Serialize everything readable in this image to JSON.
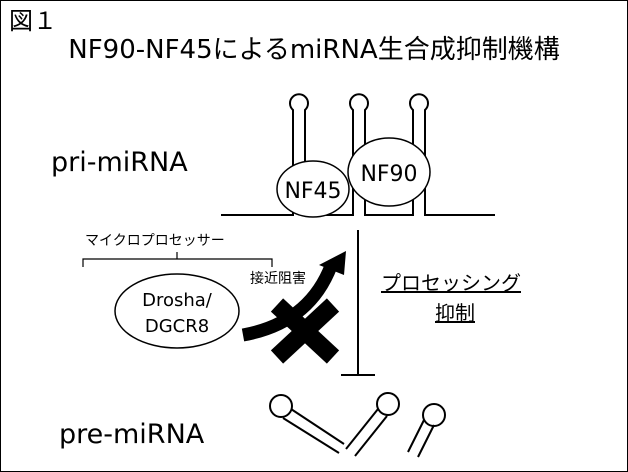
{
  "figure": {
    "label": "図１",
    "title": "NF90-NF45によるmiRNA生合成抑制機構"
  },
  "labels": {
    "pri_mirna": "pri-miRNA",
    "pre_mirna": "pre-miRNA",
    "microprocessor": "マイクロプロセッサー",
    "access_inhibition": "接近阻害",
    "processing_line1": "プロセッシング",
    "processing_line2": "抑制"
  },
  "proteins": {
    "nf45": "NF45",
    "nf90": "NF90",
    "drosha_line1": "Drosha/",
    "drosha_line2": "DGCR8"
  }
}
